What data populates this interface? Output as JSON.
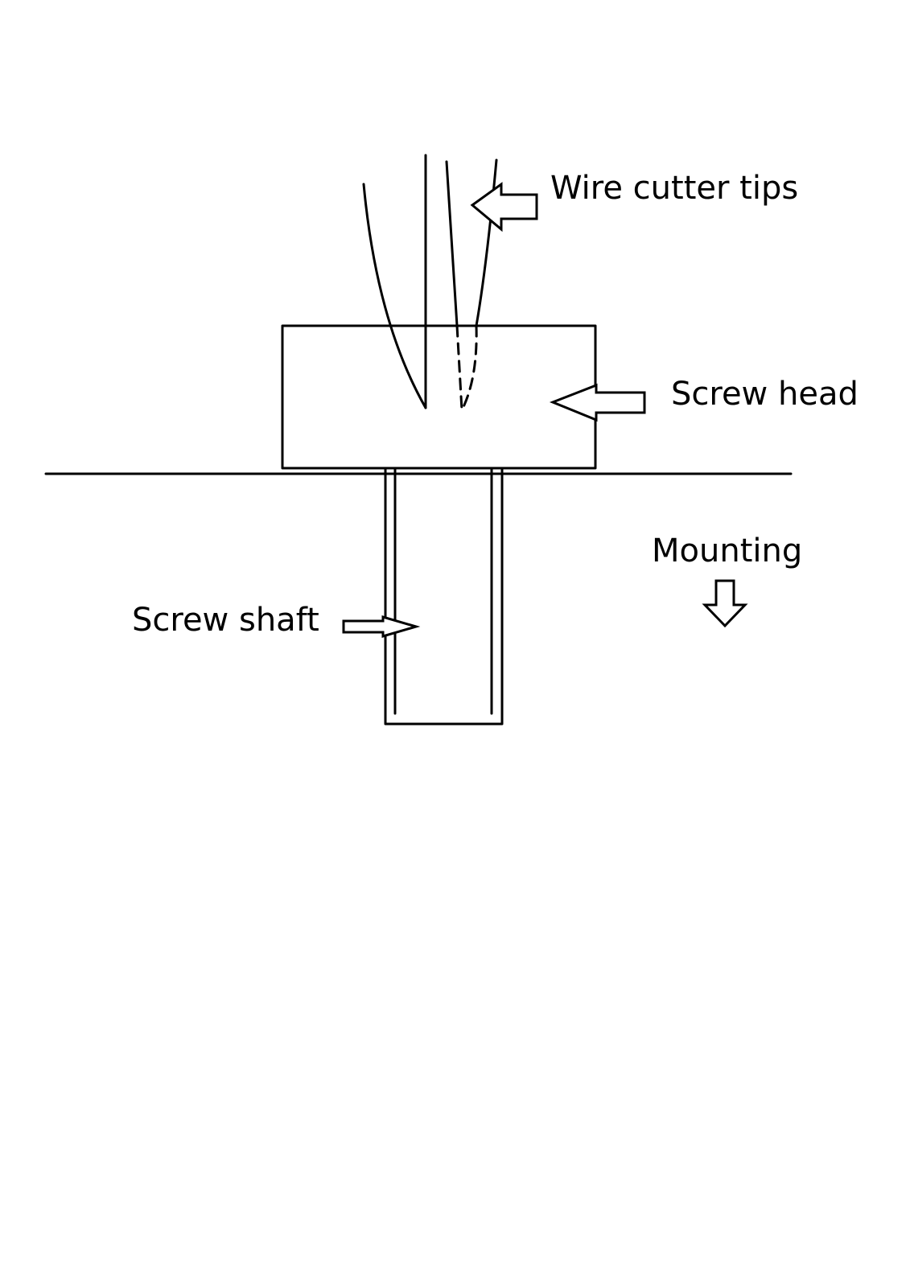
{
  "labels": {
    "wire_cutter_tips": "Wire cutter tips",
    "screw_head": "Screw head",
    "mounting": "Mounting",
    "screw_shaft": "Screw shaft"
  },
  "colors": {
    "line": "#000000",
    "background": "#ffffff"
  }
}
